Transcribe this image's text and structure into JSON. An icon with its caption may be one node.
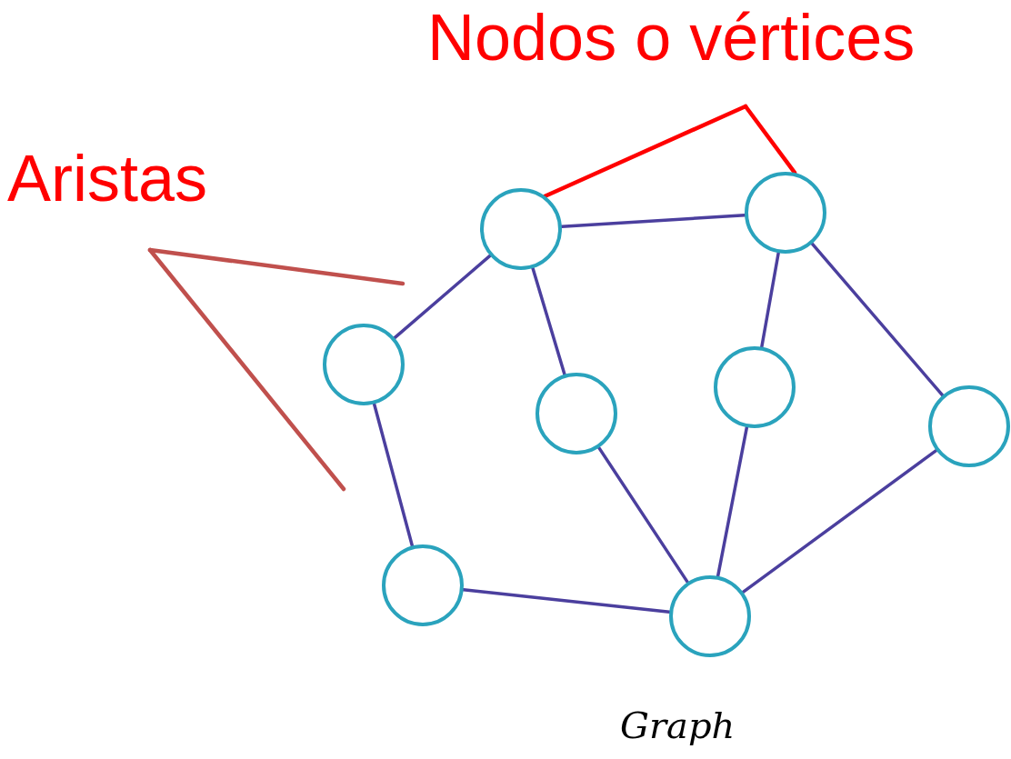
{
  "diagram": {
    "nodes": [
      {
        "text": [
          "Nodos o vértices"
        ]
      },
      {
        "text": [
          "Aristas"
        ]
      },
      {
        "text": [],
        "shape": "circle"
      },
      {
        "text": [],
        "shape": "circle"
      },
      {
        "text": [],
        "shape": "circle"
      },
      {
        "text": [],
        "shape": "circle"
      },
      {
        "text": [],
        "shape": "circle"
      },
      {
        "text": [],
        "shape": "circle"
      },
      {
        "text": [],
        "shape": "circle"
      },
      {
        "text": [],
        "shape": "circle"
      }
    ],
    "edges": [
      {
        "from": 2,
        "to": 3,
        "arrow": "none"
      },
      {
        "from": 2,
        "to": 4,
        "arrow": "none"
      },
      {
        "from": 2,
        "to": 5,
        "arrow": "none"
      },
      {
        "from": 3,
        "to": 6,
        "arrow": "none"
      },
      {
        "from": 3,
        "to": 7,
        "arrow": "none"
      },
      {
        "from": 4,
        "to": 8,
        "arrow": "none"
      },
      {
        "from": 5,
        "to": 9,
        "arrow": "none"
      },
      {
        "from": 6,
        "to": 9,
        "arrow": "none"
      },
      {
        "from": 7,
        "to": 9,
        "arrow": "none"
      },
      {
        "from": 8,
        "to": 9,
        "arrow": "none"
      },
      {
        "from": 0,
        "to": 2,
        "arrow": "none",
        "color": "#ff0000"
      },
      {
        "from": 0,
        "to": 3,
        "arrow": "none",
        "color": "#ff0000"
      },
      {
        "from": 1,
        "to": null,
        "arrow": "none",
        "color": "#c0504d"
      },
      {
        "from": 1,
        "to": null,
        "arrow": "none",
        "color": "#c0504d"
      }
    ],
    "labels": [
      "Graph"
    ]
  }
}
